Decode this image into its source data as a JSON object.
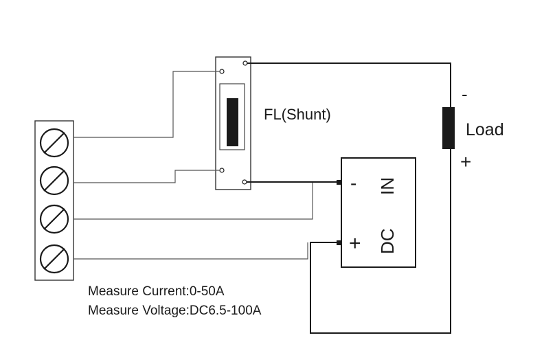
{
  "shunt": {
    "label": "FL(Shunt)"
  },
  "load": {
    "label": "Load",
    "neg": "-",
    "pos": "+"
  },
  "meter": {
    "neg": "-",
    "pos": "+",
    "in_label": "IN",
    "dc_label": "DC"
  },
  "notes": {
    "current": "Measure Current:0-50A",
    "voltage": "Measure Voltage:DC6.5-100A"
  }
}
